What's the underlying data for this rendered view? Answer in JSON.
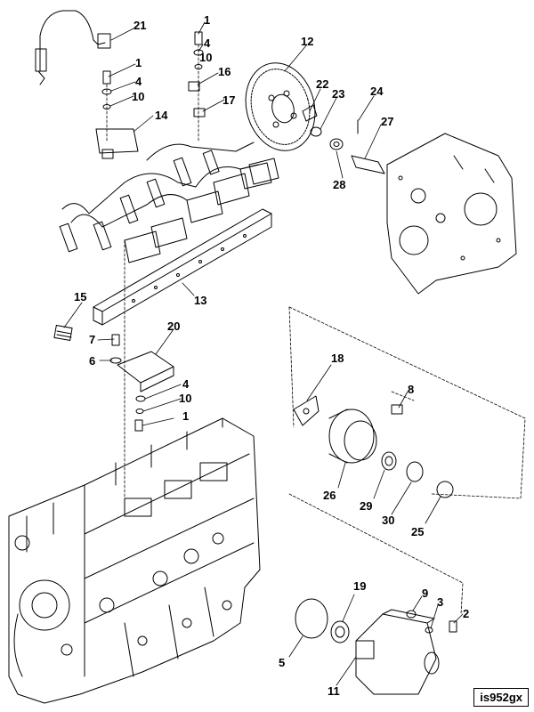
{
  "figure_id": "is952gx",
  "callouts": {
    "c1a": "1",
    "c1b": "1",
    "c1c": "1",
    "c2": "2",
    "c3": "3",
    "c4a": "4",
    "c4b": "4",
    "c4c": "4",
    "c5": "5",
    "c6": "6",
    "c7": "7",
    "c8": "8",
    "c9": "9",
    "c10a": "10",
    "c10b": "10",
    "c10c": "10",
    "c11": "11",
    "c12": "12",
    "c13": "13",
    "c14": "14",
    "c15": "15",
    "c16": "16",
    "c17": "17",
    "c18": "18",
    "c19": "19",
    "c20": "20",
    "c21": "21",
    "c22": "22",
    "c23": "23",
    "c24": "24",
    "c25": "25",
    "c26": "26",
    "c27": "27",
    "c28": "28",
    "c29": "29",
    "c30": "30"
  }
}
